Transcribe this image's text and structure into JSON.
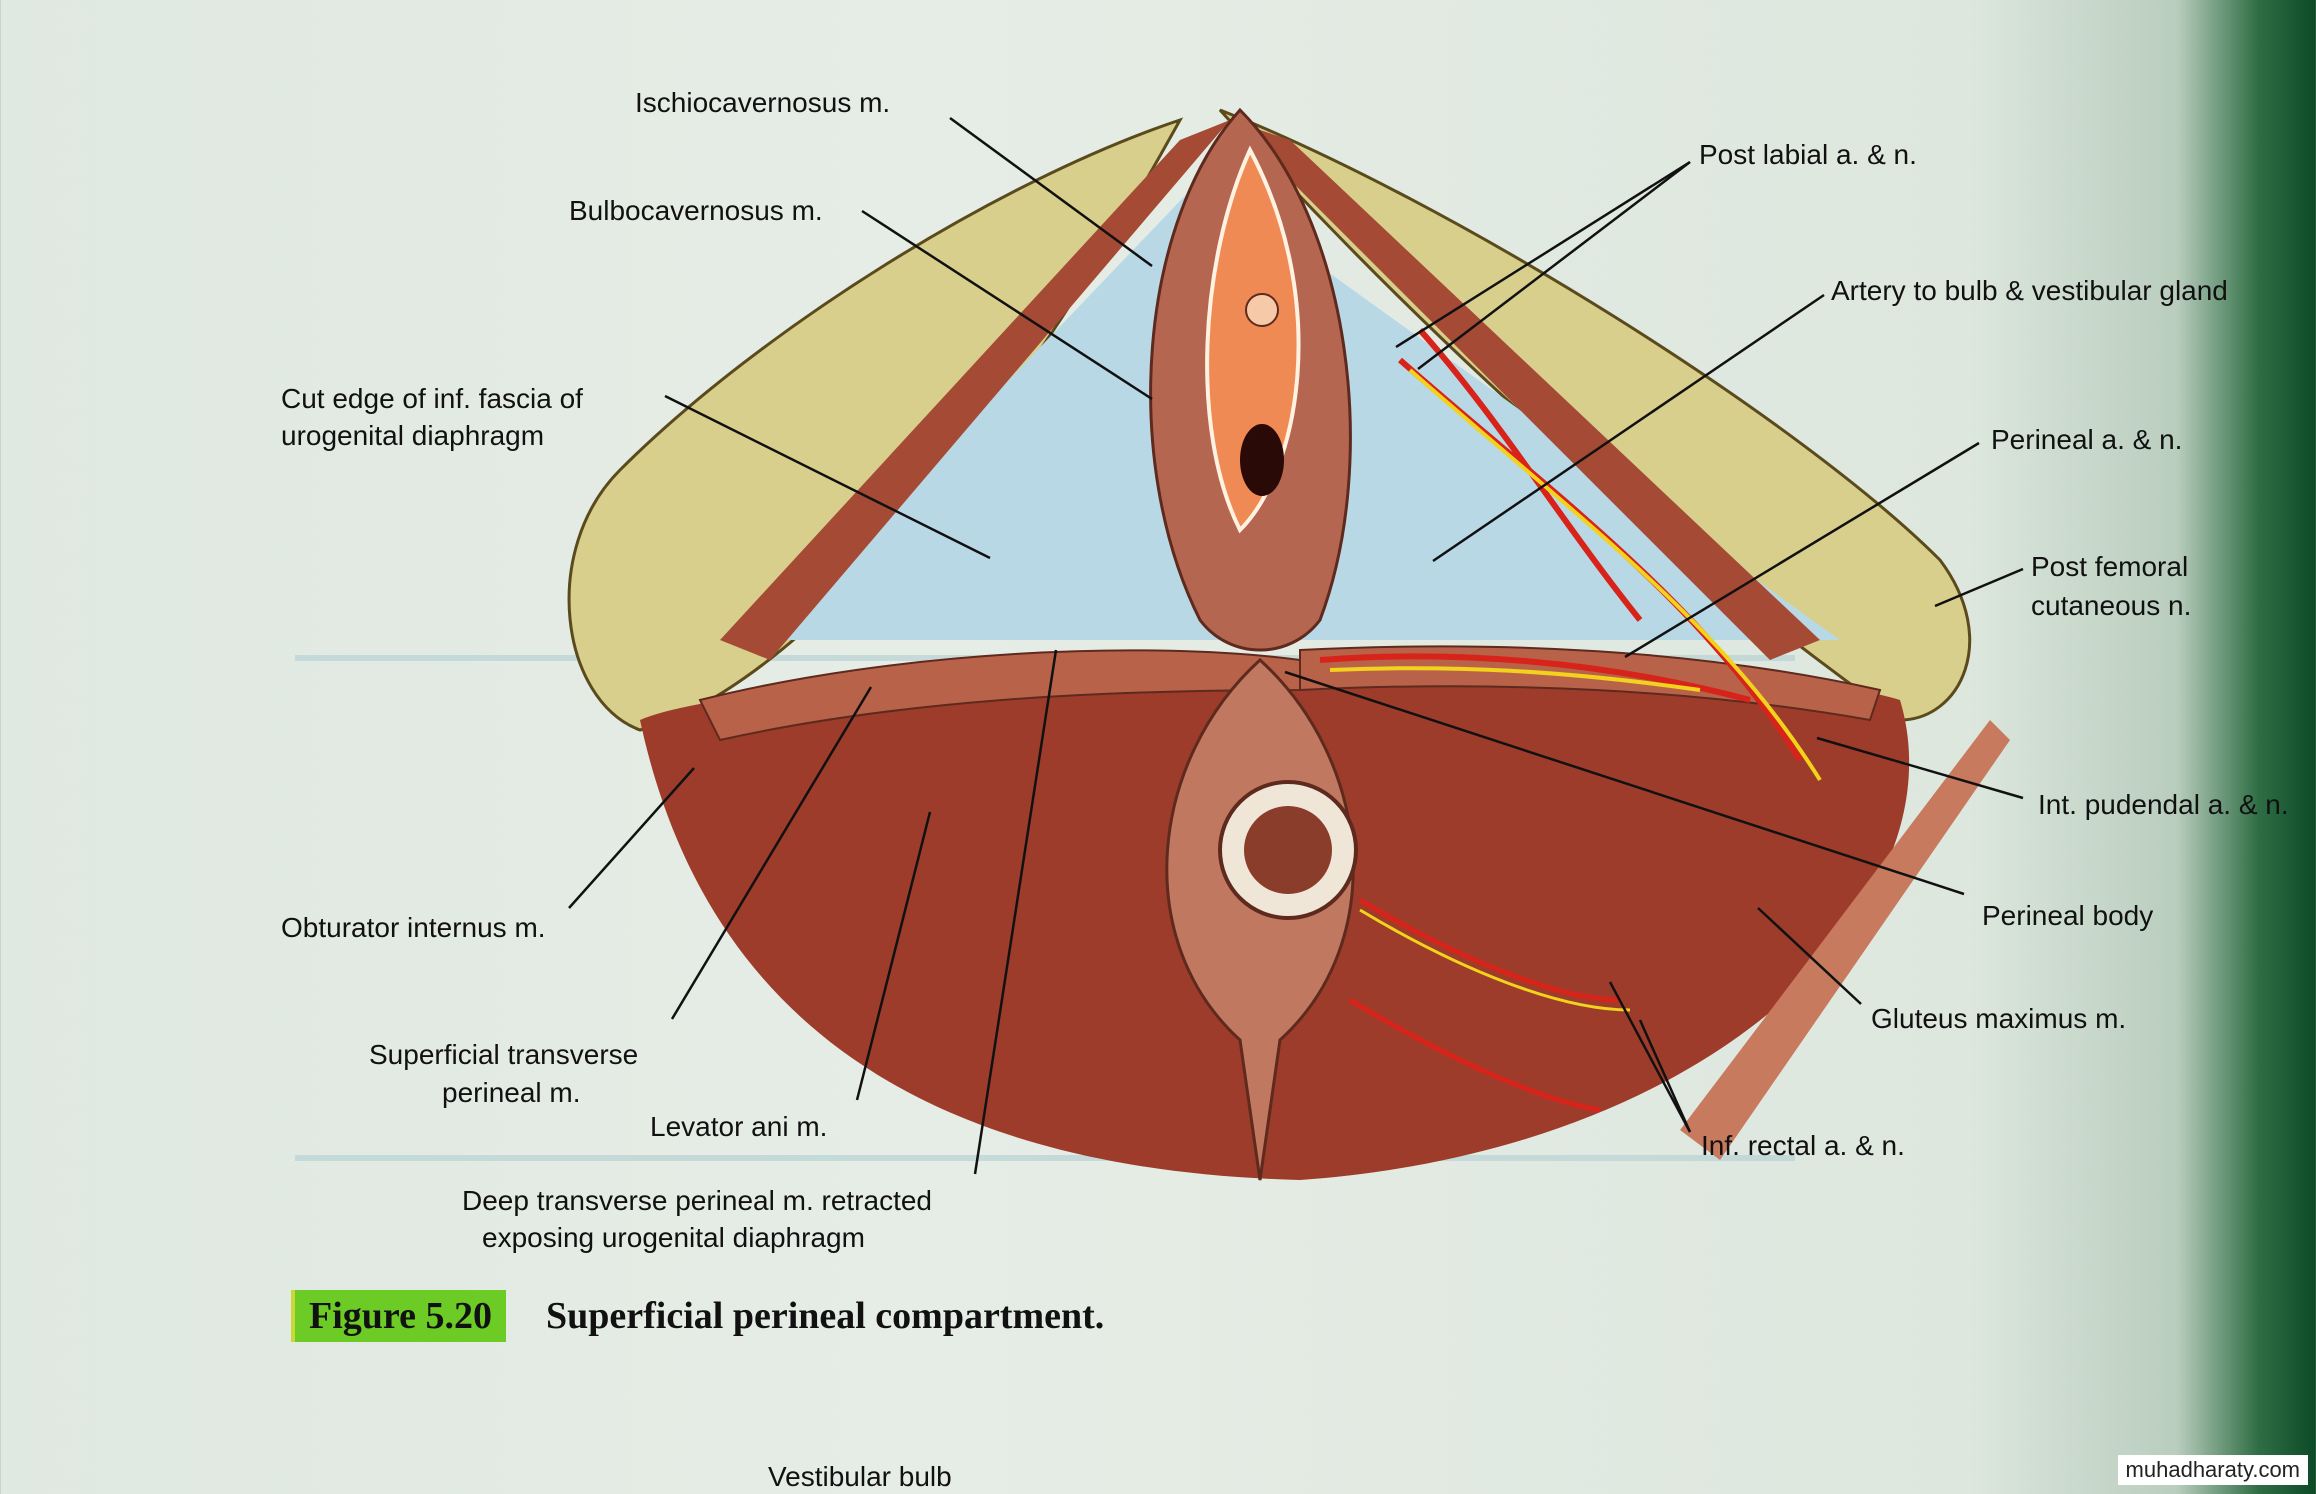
{
  "figure": {
    "number": "Figure 5.20",
    "caption": "Superficial perineal compartment.",
    "colors": {
      "badge": "#6dcb25",
      "muscle": "#a8523a",
      "artery": "#d8231a",
      "nerve": "#f2d21c",
      "fat": "#d9cf8f"
    }
  },
  "labels": {
    "ischiocavernosus": "Ischiocavernosus m.",
    "bulbocavernosus": "Bulbocavernosus m.",
    "cut_edge_1": "Cut edge of inf. fascia of",
    "cut_edge_2": "urogenital diaphragm",
    "post_labial": "Post labial a. & n.",
    "artery_bulb": "Artery to bulb & vestibular gland",
    "perineal_an": "Perineal a. & n.",
    "post_femoral_1": "Post femoral",
    "post_femoral_2": "cutaneous n.",
    "int_pudendal": "Int. pudendal a. & n.",
    "perineal_body": "Perineal body",
    "gluteus": "Gluteus maximus m.",
    "inf_rectal": "Inf. rectal a. & n.",
    "obturator": "Obturator internus m.",
    "sup_transverse_1": "Superficial transverse",
    "sup_transverse_2": "perineal m.",
    "levator": "Levator ani m.",
    "deep_transverse_1": "Deep transverse perineal m. retracted",
    "deep_transverse_2": "exposing urogenital diaphragm",
    "vestibular_bulb": "Vestibular bulb"
  },
  "watermark": "muhadharaty.com"
}
